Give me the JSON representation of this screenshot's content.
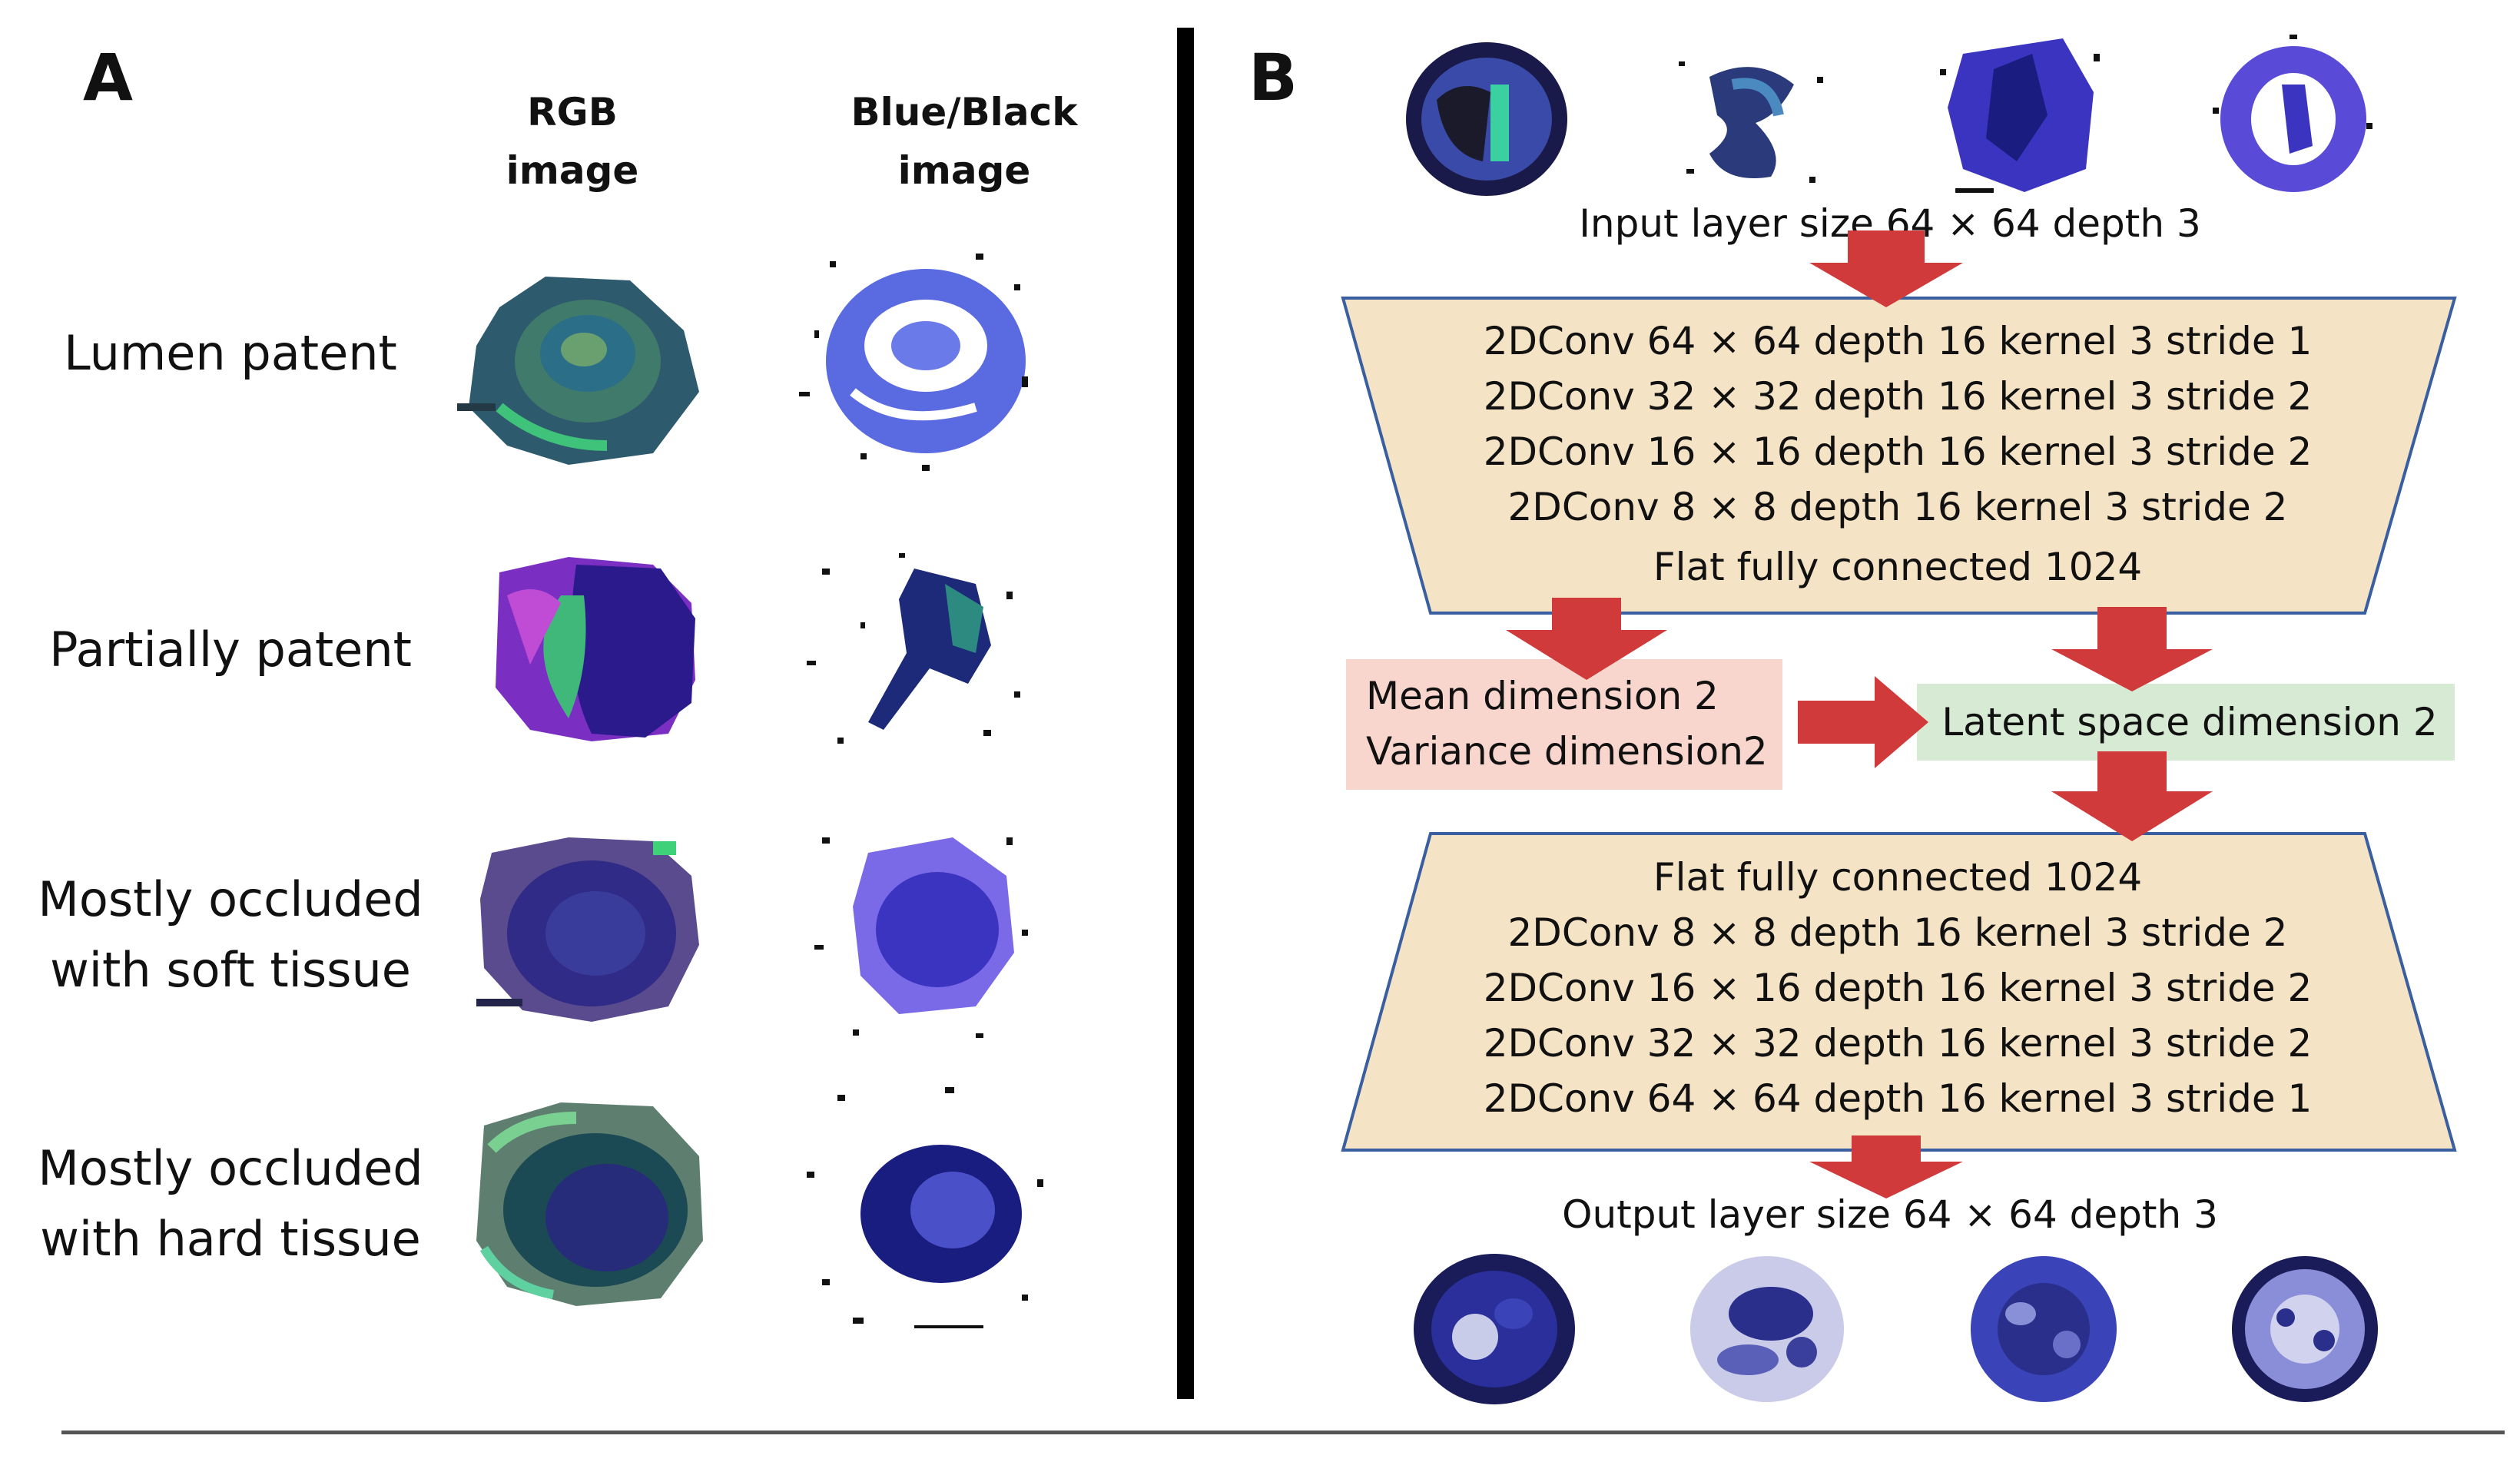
{
  "panel_a": {
    "letter": "A",
    "columns": {
      "rgb": [
        "RGB",
        "image"
      ],
      "blue_black": [
        "Blue/Black",
        "image"
      ]
    },
    "rows": [
      {
        "label": [
          "Lumen patent"
        ]
      },
      {
        "label": [
          "Partially patent"
        ]
      },
      {
        "label": [
          "Mostly occluded",
          "with soft tissue"
        ]
      },
      {
        "label": [
          "Mostly occluded",
          "with hard tissue"
        ]
      }
    ]
  },
  "panel_b": {
    "letter": "B",
    "input_caption": "Input layer size 64 × 64 depth 3",
    "encoder": [
      "2DConv 64 × 64 depth 16 kernel 3 stride 1",
      "2DConv 32 × 32 depth 16 kernel 3 stride 2",
      "2DConv 16 × 16 depth 16 kernel 3 stride 2",
      "2DConv 8 × 8 depth 16 kernel 3 stride 2",
      "Flat fully connected 1024"
    ],
    "stats_box": [
      "Mean dimension 2",
      "Variance dimension2"
    ],
    "latent_box": "Latent space dimension 2",
    "decoder": [
      "Flat fully connected 1024",
      "2DConv 8 × 8 depth 16 kernel 3 stride 2",
      "2DConv 16 × 16 depth 16 kernel 3 stride 2",
      "2DConv 32 × 32 depth 16 kernel 3 stride 2",
      "2DConv 64 × 64 depth 16 kernel 3 stride 1"
    ],
    "output_caption": "Output layer size 64 × 64 depth 3"
  },
  "colors": {
    "trapezoid_fill": "#f5e3c6",
    "trapezoid_stroke": "#3a5fa0",
    "arrow": "#d03a3a",
    "stats_fill": "#f9d6cd",
    "latent_fill": "#d7ead3",
    "divider": "#000000",
    "bottom_rule": "#555555"
  }
}
